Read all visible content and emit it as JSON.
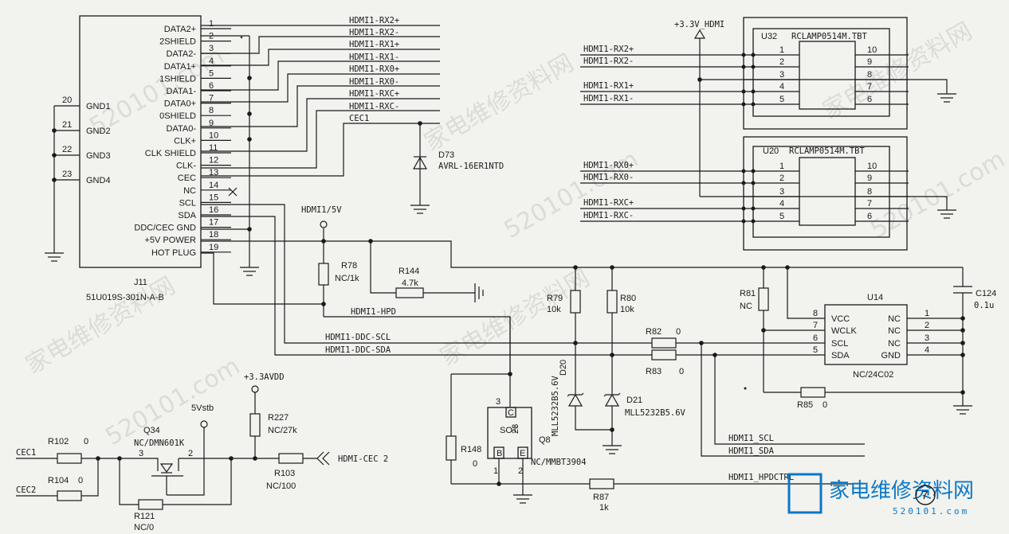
{
  "watermarks": [
    "家电维修资料网",
    "520101.com"
  ],
  "connector": {
    "ref": "J11",
    "part": "51U019S-301N-A-B",
    "pins": [
      {
        "num": "1",
        "name": "DATA2+",
        "net": "HDMI1-RX2+"
      },
      {
        "num": "2",
        "name": "2SHIELD",
        "net": ""
      },
      {
        "num": "3",
        "name": "DATA2-",
        "net": "HDMI1-RX2-"
      },
      {
        "num": "4",
        "name": "DATA1+",
        "net": "HDMI1-RX1+"
      },
      {
        "num": "5",
        "name": "1SHIELD",
        "net": ""
      },
      {
        "num": "6",
        "name": "DATA1-",
        "net": "HDMI1-RX1-"
      },
      {
        "num": "7",
        "name": "DATA0+",
        "net": "HDMI1-RX0+"
      },
      {
        "num": "8",
        "name": "0SHIELD",
        "net": ""
      },
      {
        "num": "9",
        "name": "DATA0-",
        "net": "HDMI1-RX0-"
      },
      {
        "num": "10",
        "name": "CLK+",
        "net": "HDMI1-RXC+"
      },
      {
        "num": "11",
        "name": "CLK SHIELD",
        "net": ""
      },
      {
        "num": "12",
        "name": "CLK-",
        "net": "HDMI1-RXC-"
      },
      {
        "num": "13",
        "name": "CEC",
        "net": "CEC1"
      },
      {
        "num": "14",
        "name": "NC",
        "net": ""
      },
      {
        "num": "15",
        "name": "SCL",
        "net": ""
      },
      {
        "num": "16",
        "name": "SDA",
        "net": ""
      },
      {
        "num": "17",
        "name": "DDC/CEC GND",
        "net": ""
      },
      {
        "num": "18",
        "name": "+5V POWER",
        "net": ""
      },
      {
        "num": "19",
        "name": "HOT PLUG",
        "net": ""
      }
    ],
    "gnd_pins": [
      {
        "num": "20",
        "name": "GND1"
      },
      {
        "num": "21",
        "name": "GND2"
      },
      {
        "num": "22",
        "name": "GND3"
      },
      {
        "num": "23",
        "name": "GND4"
      }
    ]
  },
  "parts": {
    "d73": {
      "ref": "D73",
      "value": "AVRL-16ER1NTD"
    },
    "r78": {
      "ref": "R78",
      "value": "NC/1k"
    },
    "r144": {
      "ref": "R144",
      "value": "4.7k"
    },
    "r79": {
      "ref": "R79",
      "value": "10k"
    },
    "r80": {
      "ref": "R80",
      "value": "10k"
    },
    "r81": {
      "ref": "R81",
      "value": "NC"
    },
    "r82": {
      "ref": "R82",
      "value": "0"
    },
    "r83": {
      "ref": "R83",
      "value": "0"
    },
    "r85": {
      "ref": "R85",
      "value": "0"
    },
    "r87": {
      "ref": "R87",
      "value": "1k"
    },
    "r148": {
      "ref": "R148",
      "value": "0"
    },
    "r102": {
      "ref": "R102",
      "value": "0"
    },
    "r104": {
      "ref": "R104",
      "value": "0"
    },
    "r121": {
      "ref": "R121",
      "value": "NC/0"
    },
    "r103": {
      "ref": "R103",
      "value": "NC/100"
    },
    "r227": {
      "ref": "R227",
      "value": "NC/27k"
    },
    "c124": {
      "ref": "C124",
      "value": "0.1u"
    },
    "d20": {
      "ref": "D20",
      "value": "MLL5232B5.6V"
    },
    "d21": {
      "ref": "D21",
      "value": "MLL5232B5.6V"
    },
    "q8": {
      "ref": "Q8",
      "value": "NC/MMBT3904",
      "pkg": "SOT",
      "p23": "23",
      "pc": "C",
      "pb": "B",
      "pe": "E",
      "n1": "1",
      "n2": "2",
      "n3": "3"
    },
    "q34": {
      "ref": "Q34",
      "value": "NC/DMN601K",
      "n3": "3",
      "n2": "2"
    }
  },
  "ics": {
    "u32": {
      "ref": "U32",
      "part": "RCLAMP0514M.TBT",
      "pins_l": [
        "1",
        "2",
        "3",
        "4",
        "5"
      ],
      "pins_r": [
        "10",
        "9",
        "8",
        "7",
        "6"
      ]
    },
    "u20": {
      "ref": "U20",
      "part": "RCLAMP0514M.TBT",
      "pins_l": [
        "1",
        "2",
        "3",
        "4",
        "5"
      ],
      "pins_r": [
        "10",
        "9",
        "8",
        "7",
        "6"
      ]
    },
    "u14": {
      "ref": "U14",
      "part": "NC/24C02",
      "left": [
        {
          "num": "8",
          "name": "VCC"
        },
        {
          "num": "7",
          "name": "WCLK"
        },
        {
          "num": "6",
          "name": "SCL"
        },
        {
          "num": "5",
          "name": "SDA"
        }
      ],
      "right": [
        {
          "num": "1",
          "name": "NC"
        },
        {
          "num": "2",
          "name": "NC"
        },
        {
          "num": "3",
          "name": "NC"
        },
        {
          "num": "4",
          "name": "GND"
        }
      ]
    }
  },
  "nets": {
    "hdmi5v": "HDMI1/5V",
    "hpd": "HDMI1-HPD",
    "ddc_scl": "HDMI1-DDC-SCL",
    "ddc_sda": "HDMI1-DDC-SDA",
    "p33hdmi": "+3.3V_HDMI",
    "p33avdd": "+3.3AVDD",
    "v5stb": "5Vstb",
    "cec1": "CEC1",
    "cec2": "CEC2",
    "cec_out": "HDMI-CEC 2",
    "scl_out": "HDMI1_SCL",
    "sda_out": "HDMI1_SDA",
    "hpdctrl": "HDMI1_HPDCTRL",
    "esd": [
      "HDMI1-RX2+",
      "HDMI1-RX2-",
      "HDMI1-RX1+",
      "HDMI1-RX1-",
      "HDMI1-RX0+",
      "HDMI1-RX0-",
      "HDMI1-RXC+",
      "HDMI1-RXC-"
    ]
  },
  "page_mark": "7",
  "brand": {
    "cn": "家电维修资料网",
    "url": "520101.com"
  }
}
